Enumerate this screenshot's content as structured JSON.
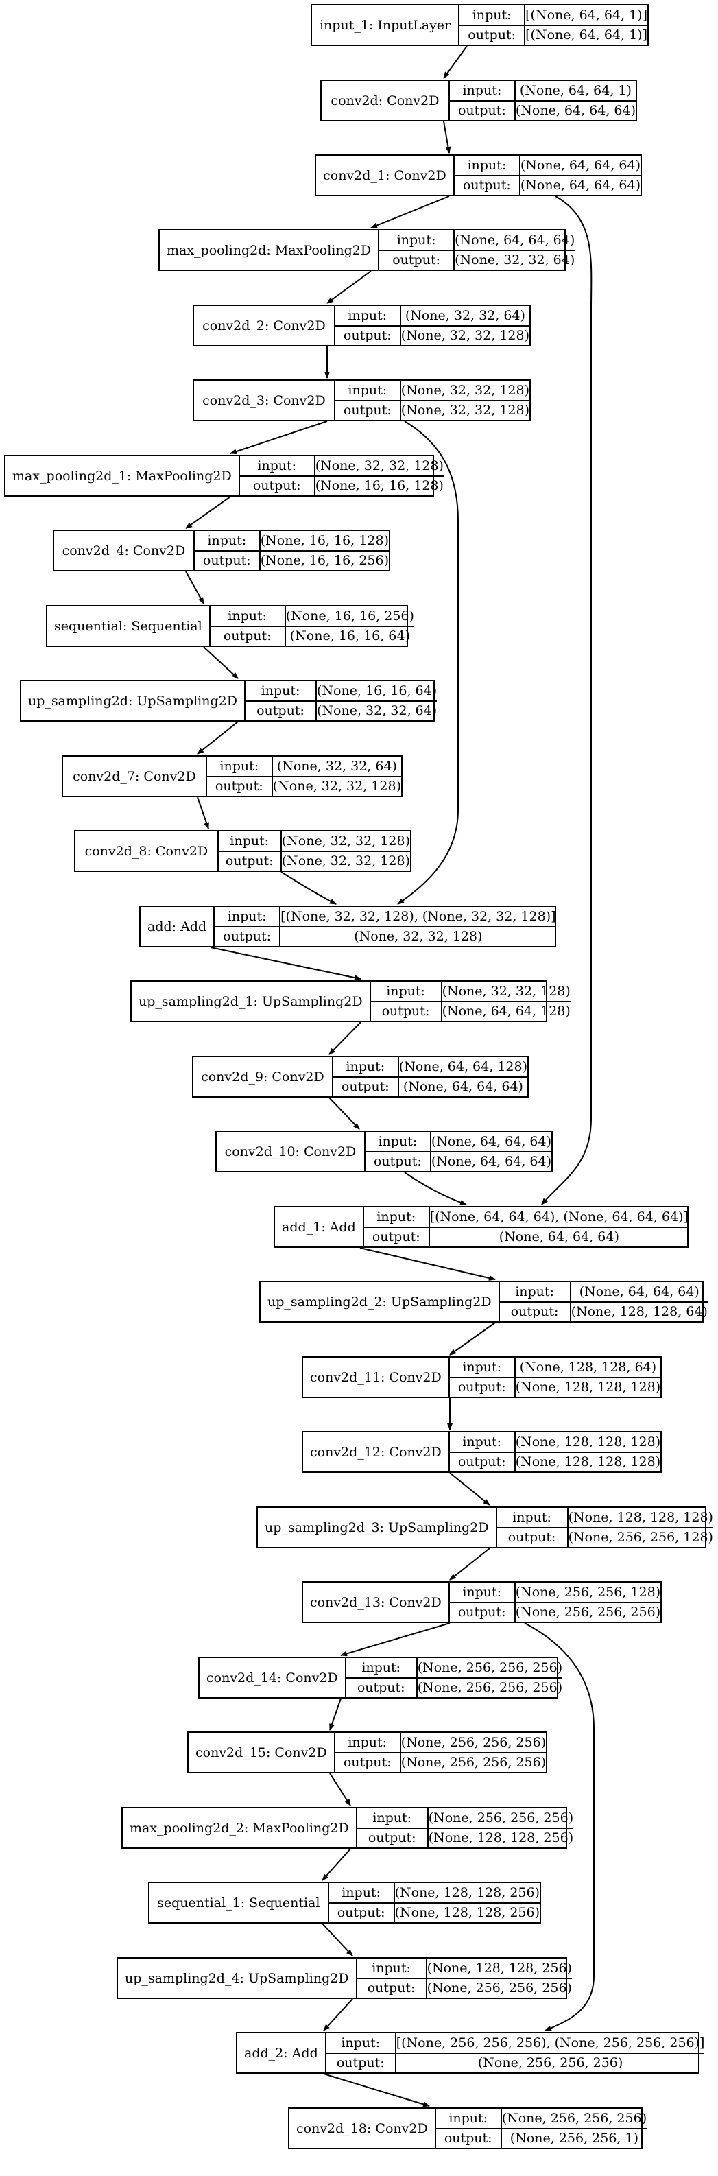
{
  "io_labels": {
    "input": "input:",
    "output": "output:"
  },
  "nodes": [
    {
      "id": "input_1",
      "label": "input_1: InputLayer",
      "input": "[(None, 64, 64, 1)]",
      "output": "[(None, 64, 64, 1)]"
    },
    {
      "id": "conv2d",
      "label": "conv2d: Conv2D",
      "input": "(None, 64, 64, 1)",
      "output": "(None, 64, 64, 64)"
    },
    {
      "id": "conv2d_1",
      "label": "conv2d_1: Conv2D",
      "input": "(None, 64, 64, 64)",
      "output": "(None, 64, 64, 64)"
    },
    {
      "id": "max_pooling2d",
      "label": "max_pooling2d: MaxPooling2D",
      "input": "(None, 64, 64, 64)",
      "output": "(None, 32, 32, 64)"
    },
    {
      "id": "conv2d_2",
      "label": "conv2d_2: Conv2D",
      "input": "(None, 32, 32, 64)",
      "output": "(None, 32, 32, 128)"
    },
    {
      "id": "conv2d_3",
      "label": "conv2d_3: Conv2D",
      "input": "(None, 32, 32, 128)",
      "output": "(None, 32, 32, 128)"
    },
    {
      "id": "max_pooling2d_1",
      "label": "max_pooling2d_1: MaxPooling2D",
      "input": "(None, 32, 32, 128)",
      "output": "(None, 16, 16, 128)"
    },
    {
      "id": "conv2d_4",
      "label": "conv2d_4: Conv2D",
      "input": "(None, 16, 16, 128)",
      "output": "(None, 16, 16, 256)"
    },
    {
      "id": "sequential",
      "label": "sequential: Sequential",
      "input": "(None, 16, 16, 256)",
      "output": "(None, 16, 16, 64)"
    },
    {
      "id": "up_sampling2d",
      "label": "up_sampling2d: UpSampling2D",
      "input": "(None, 16, 16, 64)",
      "output": "(None, 32, 32, 64)"
    },
    {
      "id": "conv2d_7",
      "label": "conv2d_7: Conv2D",
      "input": "(None, 32, 32, 64)",
      "output": "(None, 32, 32, 128)"
    },
    {
      "id": "conv2d_8",
      "label": "conv2d_8: Conv2D",
      "input": "(None, 32, 32, 128)",
      "output": "(None, 32, 32, 128)"
    },
    {
      "id": "add",
      "label": "add: Add",
      "input": "[(None, 32, 32, 128), (None, 32, 32, 128)]",
      "output": "(None, 32, 32, 128)"
    },
    {
      "id": "up_sampling2d_1",
      "label": "up_sampling2d_1: UpSampling2D",
      "input": "(None, 32, 32, 128)",
      "output": "(None, 64, 64, 128)"
    },
    {
      "id": "conv2d_9",
      "label": "conv2d_9: Conv2D",
      "input": "(None, 64, 64, 128)",
      "output": "(None, 64, 64, 64)"
    },
    {
      "id": "conv2d_10",
      "label": "conv2d_10: Conv2D",
      "input": "(None, 64, 64, 64)",
      "output": "(None, 64, 64, 64)"
    },
    {
      "id": "add_1",
      "label": "add_1: Add",
      "input": "[(None, 64, 64, 64), (None, 64, 64, 64)]",
      "output": "(None, 64, 64, 64)"
    },
    {
      "id": "up_sampling2d_2",
      "label": "up_sampling2d_2: UpSampling2D",
      "input": "(None, 64, 64, 64)",
      "output": "(None, 128, 128, 64)"
    },
    {
      "id": "conv2d_11",
      "label": "conv2d_11: Conv2D",
      "input": "(None, 128, 128, 64)",
      "output": "(None, 128, 128, 128)"
    },
    {
      "id": "conv2d_12",
      "label": "conv2d_12: Conv2D",
      "input": "(None, 128, 128, 128)",
      "output": "(None, 128, 128, 128)"
    },
    {
      "id": "up_sampling2d_3",
      "label": "up_sampling2d_3: UpSampling2D",
      "input": "(None, 128, 128, 128)",
      "output": "(None, 256, 256, 128)"
    },
    {
      "id": "conv2d_13",
      "label": "conv2d_13: Conv2D",
      "input": "(None, 256, 256, 128)",
      "output": "(None, 256, 256, 256)"
    },
    {
      "id": "conv2d_14",
      "label": "conv2d_14: Conv2D",
      "input": "(None, 256, 256, 256)",
      "output": "(None, 256, 256, 256)"
    },
    {
      "id": "conv2d_15",
      "label": "conv2d_15: Conv2D",
      "input": "(None, 256, 256, 256)",
      "output": "(None, 256, 256, 256)"
    },
    {
      "id": "max_pooling2d_2",
      "label": "max_pooling2d_2: MaxPooling2D",
      "input": "(None, 256, 256, 256)",
      "output": "(None, 128, 128, 256)"
    },
    {
      "id": "sequential_1",
      "label": "sequential_1: Sequential",
      "input": "(None, 128, 128, 256)",
      "output": "(None, 128, 128, 256)"
    },
    {
      "id": "up_sampling2d_4",
      "label": "up_sampling2d_4: UpSampling2D",
      "input": "(None, 128, 128, 256)",
      "output": "(None, 256, 256, 256)"
    },
    {
      "id": "add_2",
      "label": "add_2: Add",
      "input": "[(None, 256, 256, 256), (None, 256, 256, 256)]",
      "output": "(None, 256, 256, 256)"
    },
    {
      "id": "conv2d_18",
      "label": "conv2d_18: Conv2D",
      "input": "(None, 256, 256, 256)",
      "output": "(None, 256, 256, 1)"
    }
  ],
  "edges": [
    [
      "input_1",
      "conv2d"
    ],
    [
      "conv2d",
      "conv2d_1"
    ],
    [
      "conv2d_1",
      "max_pooling2d"
    ],
    [
      "conv2d_1",
      "add_1"
    ],
    [
      "max_pooling2d",
      "conv2d_2"
    ],
    [
      "conv2d_2",
      "conv2d_3"
    ],
    [
      "conv2d_3",
      "max_pooling2d_1"
    ],
    [
      "conv2d_3",
      "add"
    ],
    [
      "max_pooling2d_1",
      "conv2d_4"
    ],
    [
      "conv2d_4",
      "sequential"
    ],
    [
      "sequential",
      "up_sampling2d"
    ],
    [
      "up_sampling2d",
      "conv2d_7"
    ],
    [
      "conv2d_7",
      "conv2d_8"
    ],
    [
      "conv2d_8",
      "add"
    ],
    [
      "add",
      "up_sampling2d_1"
    ],
    [
      "up_sampling2d_1",
      "conv2d_9"
    ],
    [
      "conv2d_9",
      "conv2d_10"
    ],
    [
      "conv2d_10",
      "add_1"
    ],
    [
      "add_1",
      "up_sampling2d_2"
    ],
    [
      "up_sampling2d_2",
      "conv2d_11"
    ],
    [
      "conv2d_11",
      "conv2d_12"
    ],
    [
      "conv2d_12",
      "up_sampling2d_3"
    ],
    [
      "up_sampling2d_3",
      "conv2d_13"
    ],
    [
      "conv2d_13",
      "conv2d_14"
    ],
    [
      "conv2d_13",
      "add_2"
    ],
    [
      "conv2d_14",
      "conv2d_15"
    ],
    [
      "conv2d_15",
      "max_pooling2d_2"
    ],
    [
      "max_pooling2d_2",
      "sequential_1"
    ],
    [
      "sequential_1",
      "up_sampling2d_4"
    ],
    [
      "up_sampling2d_4",
      "add_2"
    ],
    [
      "add_2",
      "conv2d_18"
    ]
  ]
}
